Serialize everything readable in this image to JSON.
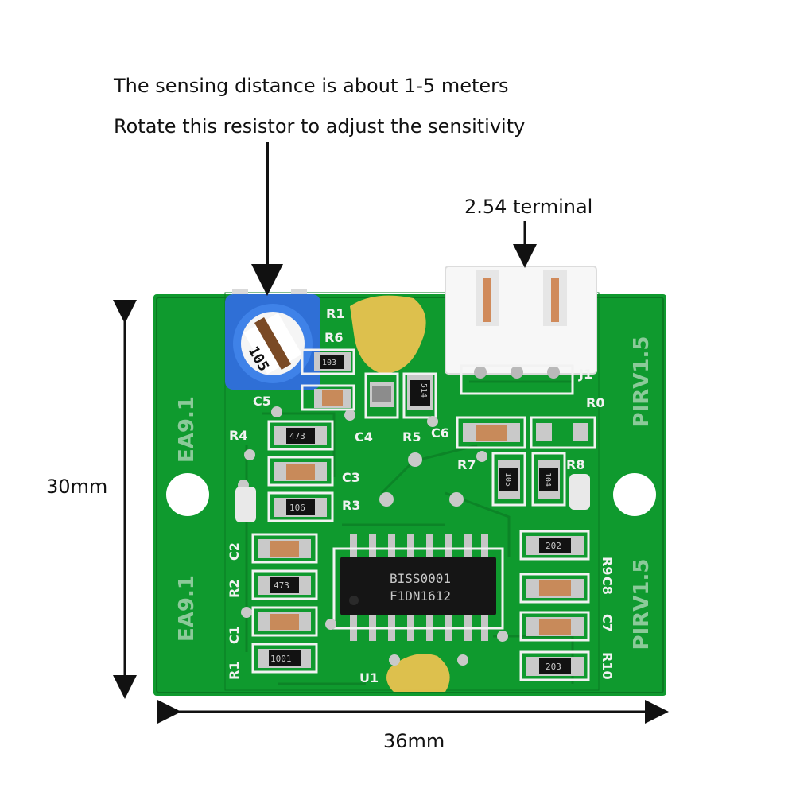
{
  "captions": {
    "distance": "The sensing distance is about 1-5 meters",
    "rotate": "Rotate this resistor to adjust the sensitivity",
    "terminal": "2.54 terminal",
    "height": "30mm",
    "width": "36mm"
  },
  "board": {
    "left_edge_label": "EA9.1",
    "right_edge_label": "PIRV1.5",
    "chip_line1": "BISS0001",
    "chip_line2": "F1DN1612",
    "pot_value": "105",
    "silk_labels": [
      "R1",
      "R6",
      "C5",
      "R4",
      "C4",
      "R5",
      "C6",
      "R7",
      "R8",
      "R0",
      "J1",
      "C3",
      "R3",
      "C2",
      "R2",
      "C1",
      "R1",
      "U1",
      "R9",
      "C8",
      "C7",
      "R10"
    ],
    "smd_codes": [
      "103",
      "514",
      "473",
      "106",
      "473",
      "1001",
      "202",
      "203",
      "105",
      "104"
    ]
  },
  "colors": {
    "pcb": "#0f9a2e",
    "pcb_dark": "#0a7a22",
    "silkscreen": "#f2f2f2",
    "potentiometer": "#2f6fd6",
    "connector": "#f7f7f7",
    "arrow": "#111111"
  }
}
